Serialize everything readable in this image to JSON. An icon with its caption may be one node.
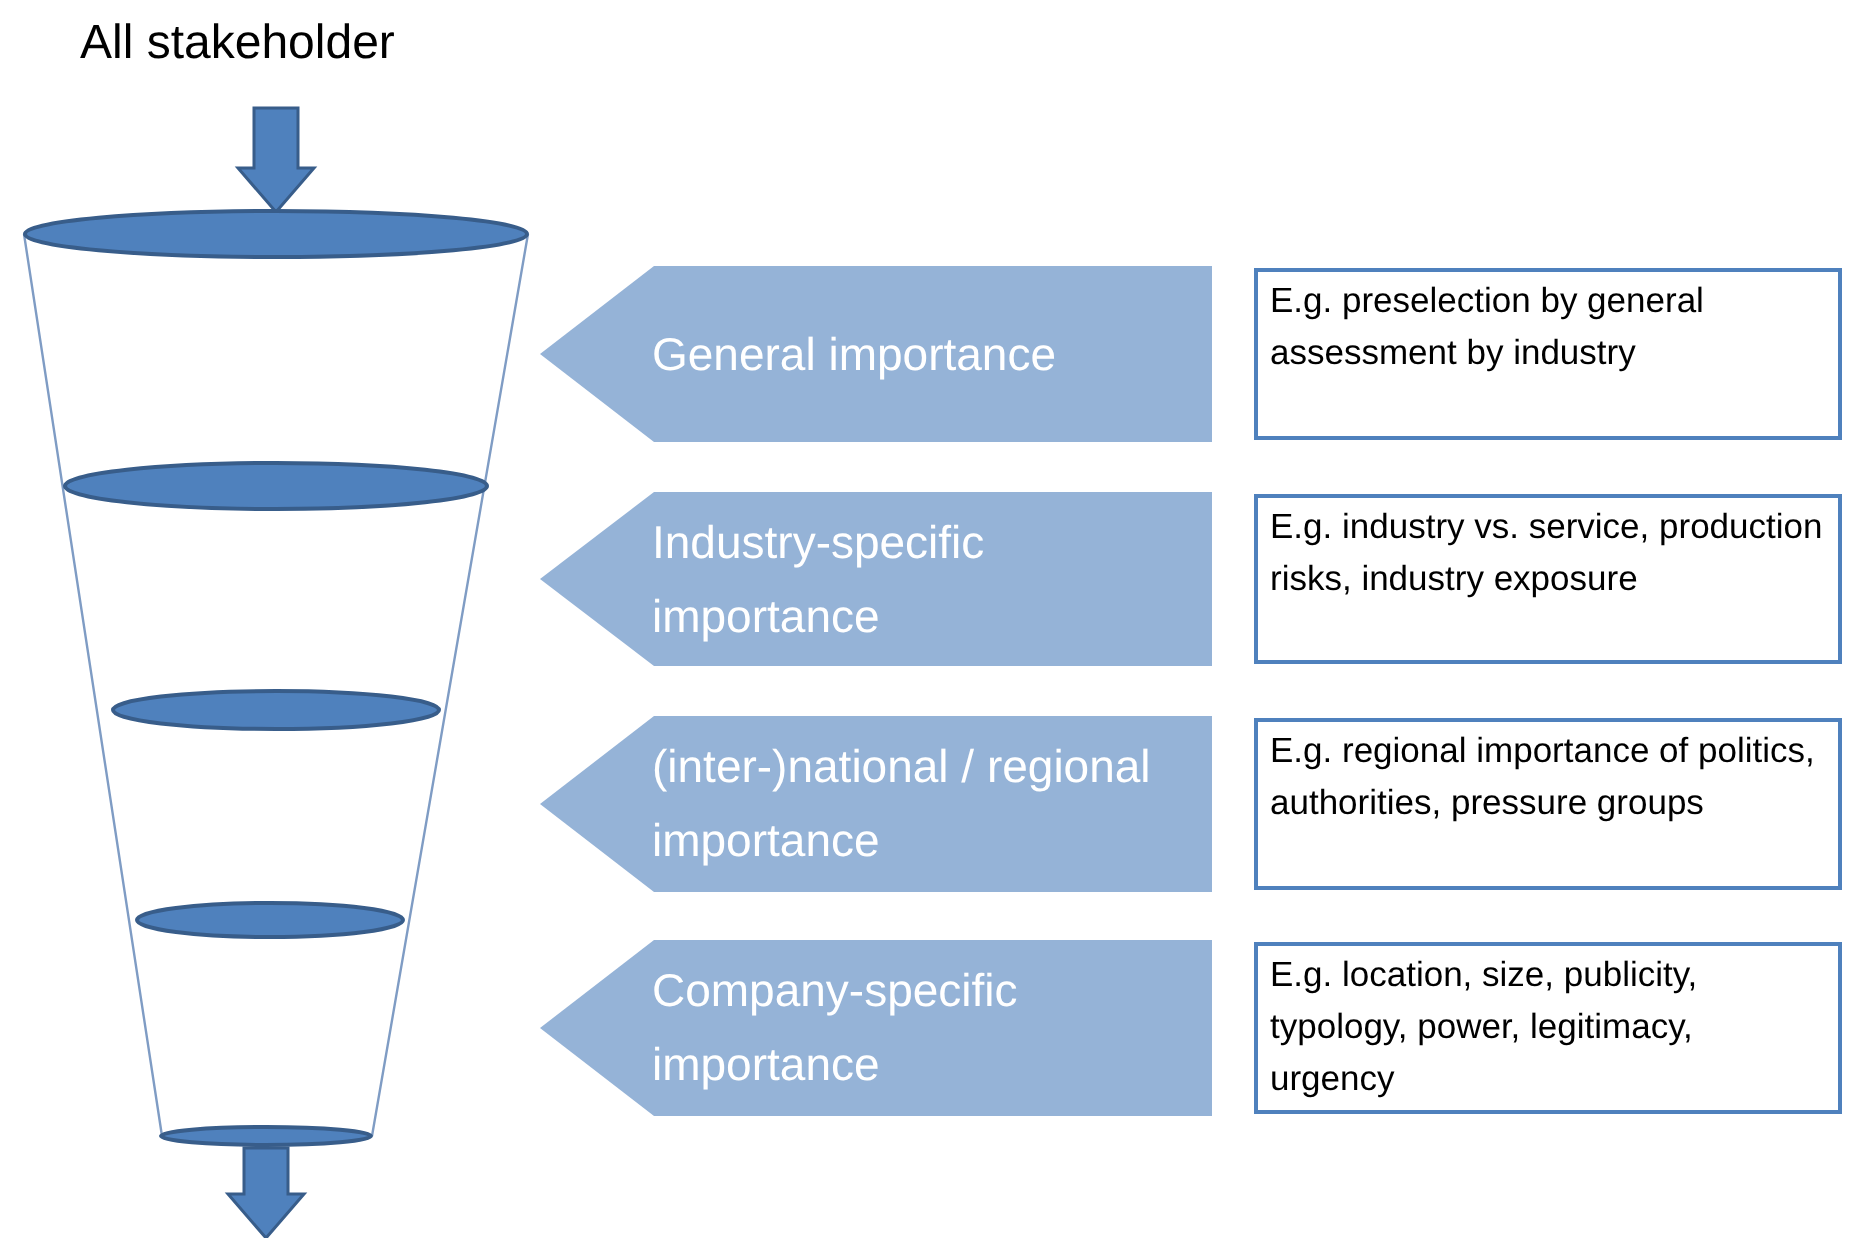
{
  "diagram": {
    "nodes": [
      {
        "text": [
          "All stakeholder"
        ]
      },
      {
        "text": [],
        "shape": "ellipse"
      },
      {
        "text": [],
        "shape": "ellipse"
      },
      {
        "text": [],
        "shape": "ellipse"
      },
      {
        "text": [],
        "shape": "ellipse"
      },
      {
        "text": [],
        "shape": "ellipse"
      },
      {
        "text": [
          "General importance"
        ]
      },
      {
        "text": [
          "Industry-specific importance"
        ]
      },
      {
        "text": [
          "(inter-)national / regional importance"
        ]
      },
      {
        "text": [
          "Company-specific importance"
        ]
      },
      {
        "text": [
          "E.g. preselection by general assessment by industry"
        ]
      },
      {
        "text": [
          "E.g. industry vs. service, production risks, industry exposure"
        ]
      },
      {
        "text": [
          "E.g. regional importance of politics, authorities, pressure groups"
        ]
      },
      {
        "text": [
          "E.g. location, size, publicity, typology, power, legitimacy, urgency"
        ]
      }
    ],
    "edges": [
      {
        "from": 0,
        "to": 1,
        "arrow": "to",
        "style": "thick"
      },
      {
        "from": 5,
        "to": null,
        "arrow": "to",
        "style": "thick"
      }
    ]
  }
}
